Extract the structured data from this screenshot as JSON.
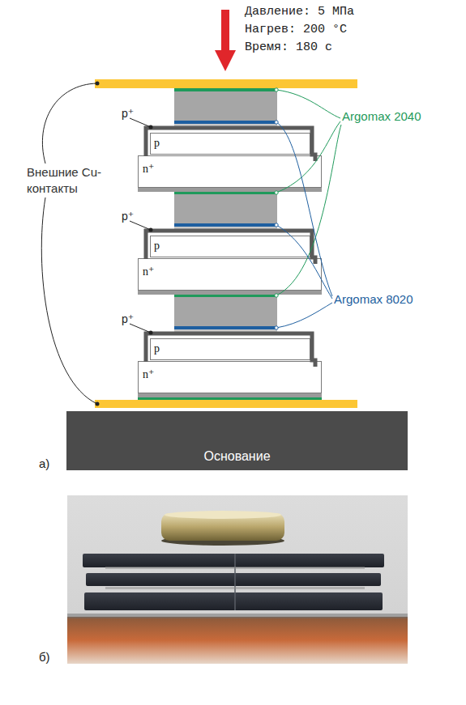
{
  "diagram": {
    "nodes": [
      {
        "text": [
          "p"
        ]
      },
      {
        "text": [
          "n⁺"
        ]
      },
      {
        "text": [
          "p"
        ]
      },
      {
        "text": [
          "n⁺"
        ]
      },
      {
        "text": [
          "p"
        ]
      },
      {
        "text": [
          "n⁺"
        ]
      },
      {
        "text": [
          "Основание"
        ]
      }
    ],
    "labels": [
      "Давление: 5 МПа",
      "Нагрев: 200 °C",
      "Время: 180 с",
      "p⁺",
      "Argomax 2040",
      "Внешние Cu-контакты",
      "p⁺",
      "Argomax 8020",
      "p⁺",
      "а)",
      "б)"
    ]
  }
}
